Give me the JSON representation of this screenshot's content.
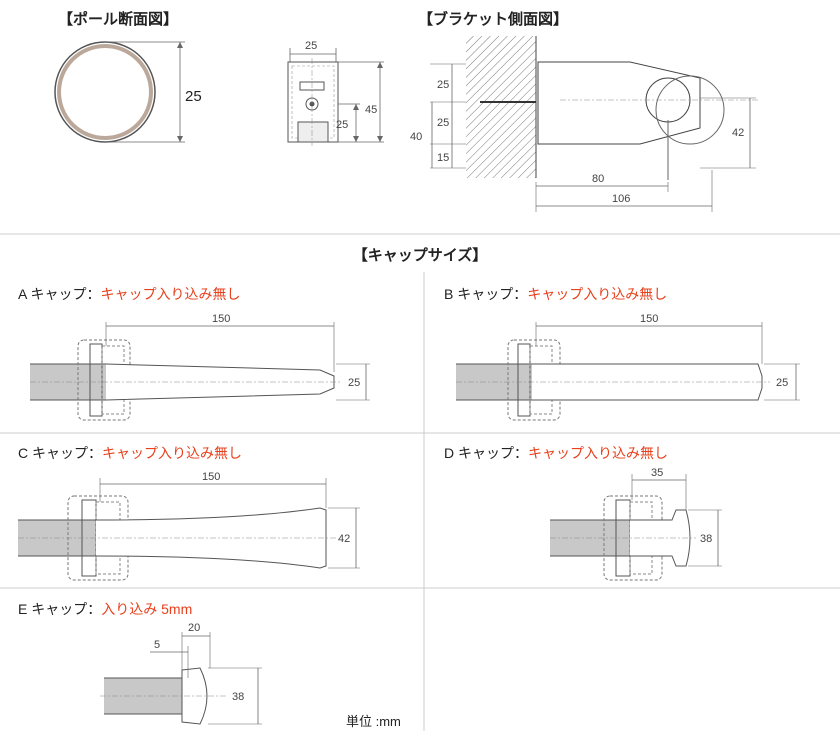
{
  "headings": {
    "pole_section": "【ポール断面図】",
    "bracket_side": "【ブラケット側面図】",
    "cap_sizes": "【キャップサイズ】"
  },
  "pole_section": {
    "diameter": "25"
  },
  "bracket_front": {
    "width": "25",
    "height": "45",
    "lower": "25"
  },
  "bracket_side": {
    "d25a": "25",
    "d25b": "25",
    "d40": "40",
    "d15": "15",
    "d42": "42",
    "d80": "80",
    "d106": "106"
  },
  "caps": [
    {
      "name": "A キャップ：",
      "desc": "キャップ入り込み無し",
      "length": "150",
      "diameter": "25"
    },
    {
      "name": "B キャップ：",
      "desc": "キャップ入り込み無し",
      "length": "150",
      "diameter": "25"
    },
    {
      "name": "C キャップ：",
      "desc": "キャップ入り込み無し",
      "length": "150",
      "diameter": "42"
    },
    {
      "name": "D キャップ：",
      "desc": "キャップ入り込み無し",
      "length": "35",
      "diameter": "38"
    },
    {
      "name": "E キャップ：",
      "desc": "入り込み 5mm",
      "length": "20",
      "inset": "5",
      "diameter": "38"
    }
  ],
  "unit": "単位 :mm",
  "colors": {
    "accent": "#e8401c",
    "line": "#444444",
    "pole_fill": "#c8c8c8",
    "grid": "#cccccc"
  }
}
